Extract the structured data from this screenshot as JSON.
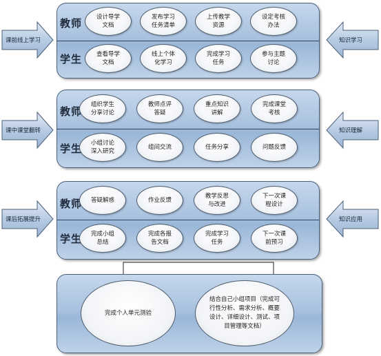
{
  "roles": {
    "teacher": "教师",
    "student": "学生"
  },
  "sections": [
    {
      "side_left": "课前线上学习",
      "side_right": "知识学习",
      "teacher_items": [
        "设计导学\n文档",
        "发布学习\n任务清单",
        "上传教学\n资源",
        "设定考核\n办法"
      ],
      "student_items": [
        "查看导学\n文档",
        "线上个体\n化学习",
        "完成学习\n任务",
        "参与主题\n讨论"
      ]
    },
    {
      "side_left": "课中课堂翻转",
      "side_right": "知识理解",
      "teacher_items": [
        "组织学生\n分享讨论",
        "教师点评\n答疑",
        "重点知识\n讲解",
        "完成课堂\n考核"
      ],
      "student_items": [
        "小组讨论\n深入研究",
        "组间交流",
        "任务分享",
        "问题反馈"
      ]
    },
    {
      "side_left": "课后拓展提升",
      "side_right": "知识应用",
      "teacher_items": [
        "答疑解惑",
        "作业反馈",
        "教学反思\n与改进",
        "下一次课\n程设计"
      ],
      "student_items": [
        "完成小组\n总结",
        "完成各报\n告文档",
        "完成学习\n任务",
        "下一次课\n前预习"
      ]
    }
  ],
  "bottom": {
    "left_oval": "完成个人单元测验",
    "right_oval": "结合自己小组项目（完成可行性分析、需求分析、概要设计、详细设计、测试、项目管理等文档）"
  },
  "colors": {
    "panel_fill": "#a9c2df",
    "arrow_fill": "#c2d3e8",
    "border": "#4a5f7a"
  }
}
